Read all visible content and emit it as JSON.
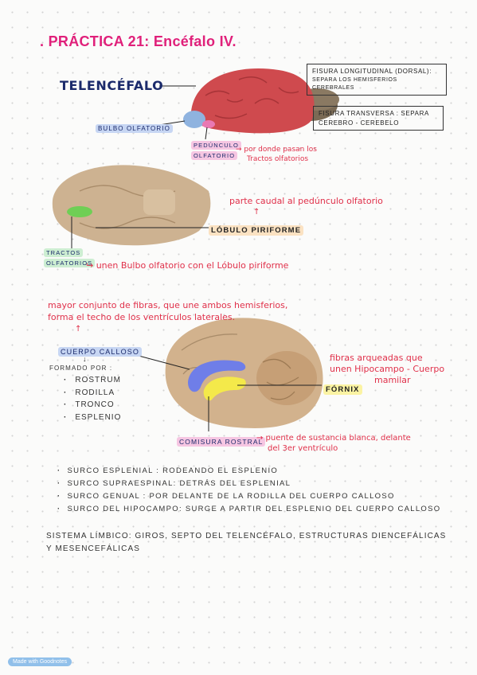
{
  "title": ". PRÁCTICA 21: Encéfalo IV.",
  "section1": {
    "telencefalo": "TELENCÉFALO",
    "bulbo_olfatorio": "BULBO OLFATORIO",
    "pedunculo_olfatorio_1": "PEDÚNCULO",
    "pedunculo_olfatorio_2": "OLFATORIO",
    "pedunculo_note_1": "→ por donde pasan los",
    "pedunculo_note_2": "Tractos olfatorios",
    "fisura_longitudinal_1": "FISURA LONGITUDINAL (dorsal):",
    "fisura_longitudinal_2": "SEPARA LOS HEMISFERIOS CEREBRALES",
    "fisura_transversa_1": "FISURA TRANSVERSA : SEPARA",
    "fisura_transversa_2": "CEREBRO - CEREBELO"
  },
  "section2": {
    "caudal_note": "parte caudal al pedúnculo olfatorio",
    "arrow_up": "↑",
    "lobulo_piriforme": "LÓBULO PIRIFORME",
    "tractos_1": "TRACTOS",
    "tractos_2": "OLFATORIOS",
    "tractos_note": "↪ unen Bulbo olfatorio con el Lóbulo piriforme"
  },
  "section3": {
    "cc_note_1": "mayor conjunto de fibras, que une ambos hemisferios,",
    "cc_note_2": "forma el techo de los ventrículos laterales.",
    "arrow_up": "↑",
    "cuerpo_calloso": "CUERPO CALLOSO",
    "formado_arrow": "↓",
    "formado_por": "FORMADO POR :",
    "parts": [
      "ROSTRUM",
      "RODILLA",
      "TRONCO",
      "ESPLENIO"
    ],
    "fornix_note_1": "fibras arqueadas que",
    "fornix_note_2": "unen Hipocampo - Cuerpo",
    "fornix_note_3": "mamilar",
    "fornix": "FÓRNIX",
    "comisura_rostral": "COMISURA ROSTRAL",
    "comisura_note_1": "→ puente de sustancia blanca, delante",
    "comisura_note_2": "del 3er ventrículo"
  },
  "surcos": [
    "SURCO ESPLENIAL : RODEANDO EL ESPLENIO",
    "SURCO SUPRAESPINAL: DETRÁS DEL ESPLENIAL",
    "SURCO GENUAL : POR DELANTE DE LA RODILLA DEL CUERPO CALLOSO",
    "SURCO DEL HIPOCAMPO: SURGE A PARTIR DEL ESPLENIO DEL CUERPO CALLOSO"
  ],
  "sistema_limbico_1": "SISTEMA LÍMBICO: GIROS, SEPTO DEL TELENCÉFALO, ESTRUCTURAS DIENCEFÁLICAS",
  "sistema_limbico_2": "Y MESENCEFÁLICAS",
  "watermark": "Made with Goodnotes",
  "colors": {
    "title_pink": "#e0207a",
    "note_red": "#e0304a",
    "navy": "#1b2a6b",
    "telencephalon_red": "#cf4a4e",
    "olfactory_bulb_blue": "#8fb3df",
    "peduncle_pink": "#e979b3",
    "tract_green": "#6fcf55",
    "corpus_callosum_blue": "#6f7ee8",
    "fornix_yellow": "#f4e94a"
  }
}
